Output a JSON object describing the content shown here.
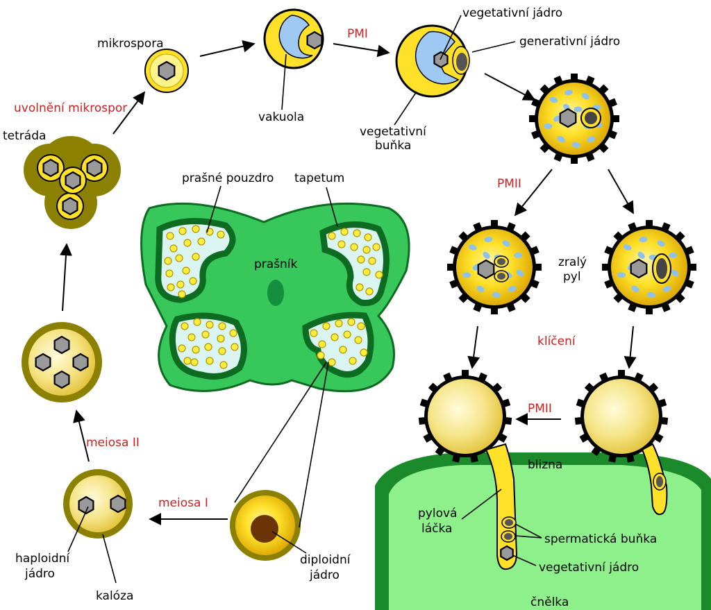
{
  "labels": {
    "mikrospora": "mikrospora",
    "uvolneni": "uvolnění mikrospor",
    "tetrada": "tetráda",
    "vakuola": "vakuola",
    "pmi": "PMI",
    "veg_jadro_top": "vegetativní jádro",
    "gen_jadro": "generativní jádro",
    "veg_bunka_1": "vegetativní",
    "veg_bunka_2": "buňka",
    "prasne_pouzdro": "prašné pouzdro",
    "tapetum": "tapetum",
    "prasnik": "prašník",
    "pmii_1": "PMII",
    "zraly_1": "zralý",
    "zraly_2": "pyl",
    "kliceni": "klíčení",
    "pmii_2": "PMII",
    "blizna": "blizna",
    "pylova_1": "pylová",
    "pylova_2": "láčka",
    "spermaticka": "spermatická buňka",
    "veg_jadro_bottom": "vegetativní jádro",
    "cnelka": "čnělka",
    "meiosa_1": "meiosa I",
    "meiosa_2": "meiosa II",
    "haploidni_1": "haploidní",
    "haploidni_2": "jádro",
    "kaloza": "kalóza",
    "diploidni_1": "diploidní",
    "diploidni_2": "jádro"
  },
  "colors": {
    "label_red": "#cc1f1f",
    "anther_green": "#38c75a",
    "anther_dark": "#0d6b22",
    "locule_fill": "#d9f4f1",
    "pollen_yellow": "#f2c800",
    "callose_olive": "#8b8000",
    "vacuole_blue": "#9ec9f2",
    "stigma_green": "#8ef08a",
    "nucleus_grey": "#9a9a9a",
    "diploid_brown": "#6b3407"
  },
  "icons": [
    "gear-edge-exine",
    "hexagon-nucleus"
  ]
}
